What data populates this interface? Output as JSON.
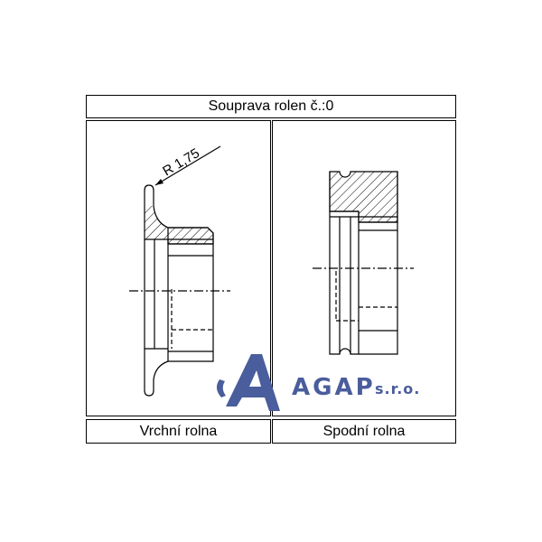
{
  "title": "Souprava rolen č.:0",
  "left_label": "Vrchní rolna",
  "right_label": "Spodní rolna",
  "dimension_label": "R 1,75",
  "logo": {
    "name": "AGAP",
    "suffix": "s.r.o.",
    "color": "#4a5d9c"
  }
}
